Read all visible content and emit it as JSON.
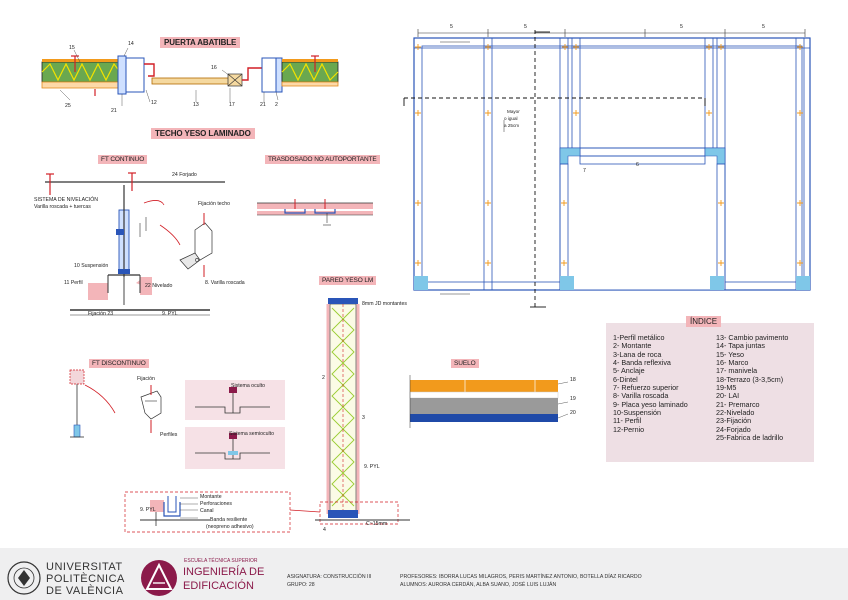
{
  "sections": {
    "puerta_abatible": "PUERTA ABATIBLE",
    "techo_yeso": "TECHO YESO LAMINADO",
    "ft_continuo": "FT CONTINUO",
    "trasdosado": "TRASDOSADO NO AUTOPORTANTE",
    "pared_yeso": "PARED YESO LM",
    "ft_discontinuo": "FT DISCONTINUO",
    "suelo": "SUELO"
  },
  "door_labels": {
    "n15": "15",
    "n14": "14",
    "n25": "25",
    "n21a": "21",
    "n12": "12",
    "n16": "16",
    "n13": "13",
    "n17": "17",
    "n21b": "21",
    "n2": "2"
  },
  "ceiling_labels": {
    "forjado": "24 Forjado",
    "sistema_nivelacion": "SISTEMA DE NIVELACIÓN",
    "varilla_tuercas": "Varilla roscada + tuercas",
    "fijacion_techo": "Fijación techo",
    "suspension": "10 Suspensión",
    "perfil": "11 Perfil",
    "nivelado": "22 Nivelado",
    "varilla_roscada": "8. Varilla roscada",
    "fijacion": "Fijación 23",
    "pyl": "9. PYL"
  },
  "discontinuo_labels": {
    "fijacion": "Fijación",
    "perfiles": "Perfiles",
    "sistema_oculto": "Sistema oculto",
    "sistema_semioculto": "Sistema semioculto"
  },
  "pared_labels": {
    "jd_montantes": "8mm JD montantes",
    "n2": "2",
    "n3": "3",
    "pyl": "9. PYL",
    "n4": "4",
    "c15": "C~15mm",
    "montante": "Montante",
    "perforaciones": "Perforaciones",
    "canal": "Canal",
    "banda": "Banda resiliente",
    "neopreno": "(neopreno adhesivo)",
    "pyl_detail": "9. PYL"
  },
  "suelo_labels": {
    "n18": "18",
    "n19": "19",
    "n20": "20"
  },
  "plan": {
    "dims": [
      "5",
      "5",
      "5",
      "5"
    ],
    "mayor": [
      "Mayor",
      "o igual",
      "a 25cm"
    ],
    "n7": "7",
    "n6": "6"
  },
  "index": {
    "title": "ÍNDICE",
    "col1": [
      "1-Perfil metálico",
      "2- Montante",
      "3-Lana de roca",
      "4- Banda reflexiva",
      "5- Anclaje",
      "6-Dintel",
      "7- Refuerzo superior",
      "8- Varilla roscada",
      "9- Placa yeso laminado",
      "10-Suspensión",
      "11- Perfil",
      "12-Pernio"
    ],
    "col2": [
      "13- Cambio pavimento",
      "14- Tapa juntas",
      "15- Yeso",
      "16- Marco",
      "17- manivela",
      "18-Terrazo (3-3,5cm)",
      "19-M5",
      "20- LAI",
      "21- Premarco",
      "22-Nivelado",
      "23-Fijación",
      "24-Forjado",
      "25-Fabrica de ladrillo"
    ]
  },
  "footer": {
    "upv": [
      "UNIVERSITAT",
      "POLITÈCNICA",
      "DE VALÈNCIA"
    ],
    "school_small": "ESCUELA TÉCNICA SUPERIOR",
    "school": [
      "INGENIERÍA DE",
      "EDIFICACIÓN"
    ],
    "asignatura": "ASIGNATURA: CONSTRUCCIÓN III",
    "grupo": "GRUPO: 28",
    "profesores": "PROFESORES: IBORRA LUCAS MILAGROS, PERIS MARTÍNEZ ANTONIO, BOTELLA DÍAZ RICARDO",
    "alumnos": "ALUMNOS: AURORA CERDÁN, ALBA SUANO, JOSÉ LUIS LUJÁN"
  },
  "colors": {
    "pink": "#f3b5b9",
    "index_bg": "#eedfe4",
    "plan_blue": "#2a55b8",
    "fill_blue": "#7fc7e8",
    "orange": "#f29a1c",
    "red": "#d21f26"
  }
}
